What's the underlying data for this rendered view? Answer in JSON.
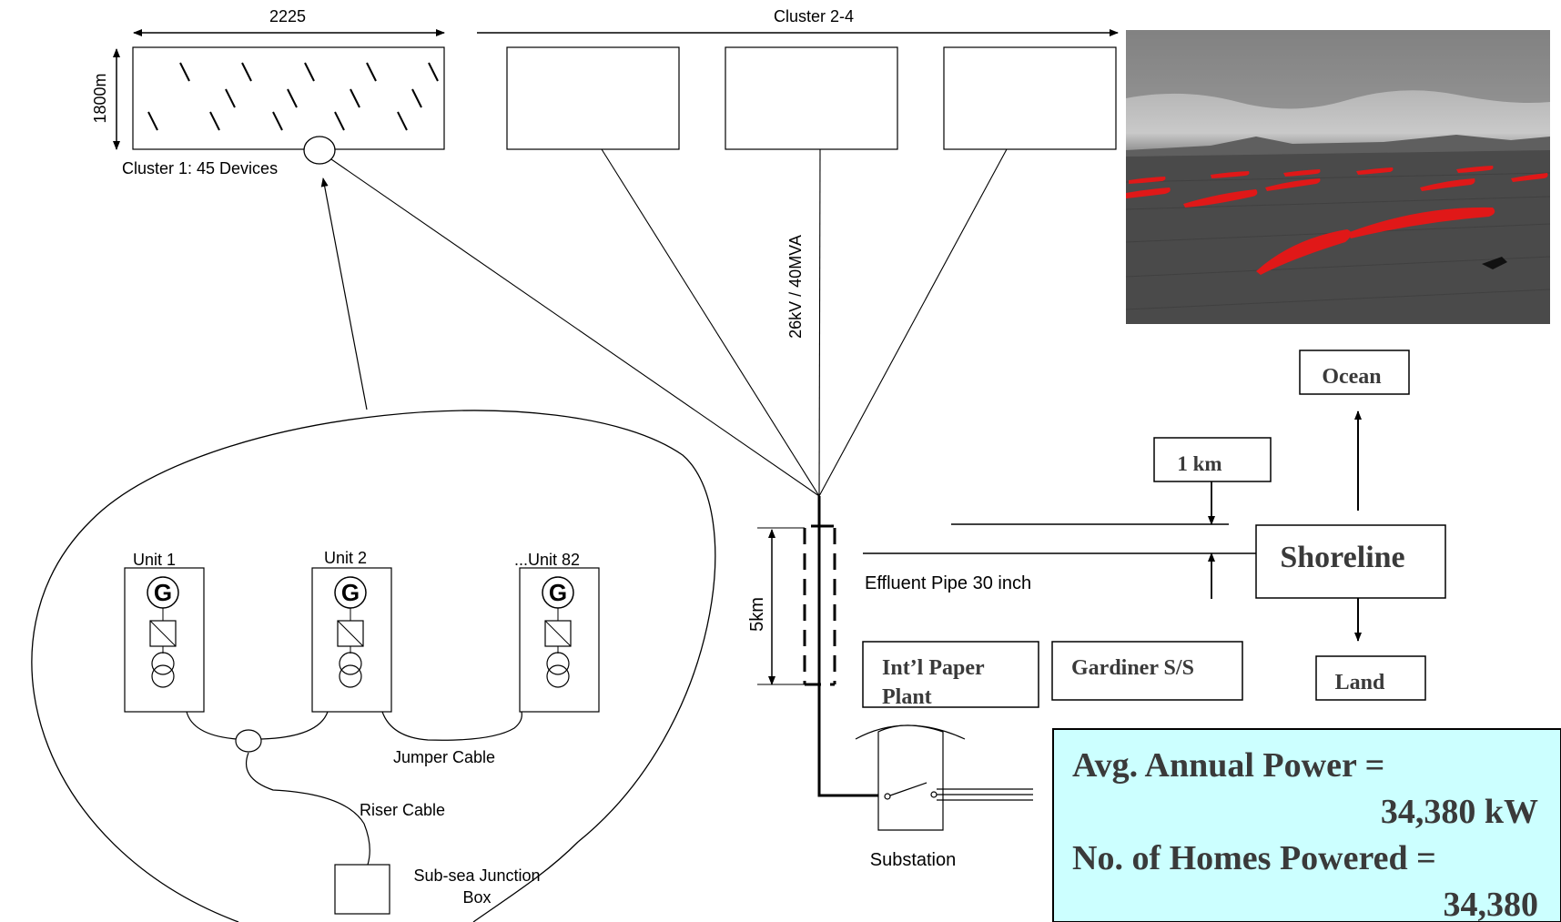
{
  "cluster1": {
    "width_label": "2225",
    "height_label": "1800m",
    "caption": "Cluster 1: 45 Devices"
  },
  "cluster24": {
    "label": "Cluster 2-4"
  },
  "cable_label": "26kV / 40MVA",
  "units": [
    {
      "label": "Unit 1"
    },
    {
      "label": "Unit 2"
    },
    {
      "label": "...Unit 82"
    }
  ],
  "generator_symbol": "G",
  "jumper_cable": "Jumper Cable",
  "riser_cable": "Riser Cable",
  "junction_box": {
    "line1": "Sub-sea Junction",
    "line2": "Box"
  },
  "distance_5km": "5km",
  "effluent_pipe": "Effluent Pipe 30 inch",
  "substation": "Substation",
  "paper_plant": {
    "line1": "Int’l Paper",
    "line2": "Plant"
  },
  "gardiner": "Gardiner S/S",
  "one_km": "1 km",
  "ocean": "Ocean",
  "shoreline": "Shoreline",
  "land": "Land",
  "summary": {
    "power_label": "Avg. Annual Power =",
    "power_value": "34,380 kW",
    "homes_label": "No. of Homes Powered =",
    "homes_value": "34,380"
  },
  "colors": {
    "summary_bg": "#ccffff",
    "device_red": "#e01818"
  }
}
